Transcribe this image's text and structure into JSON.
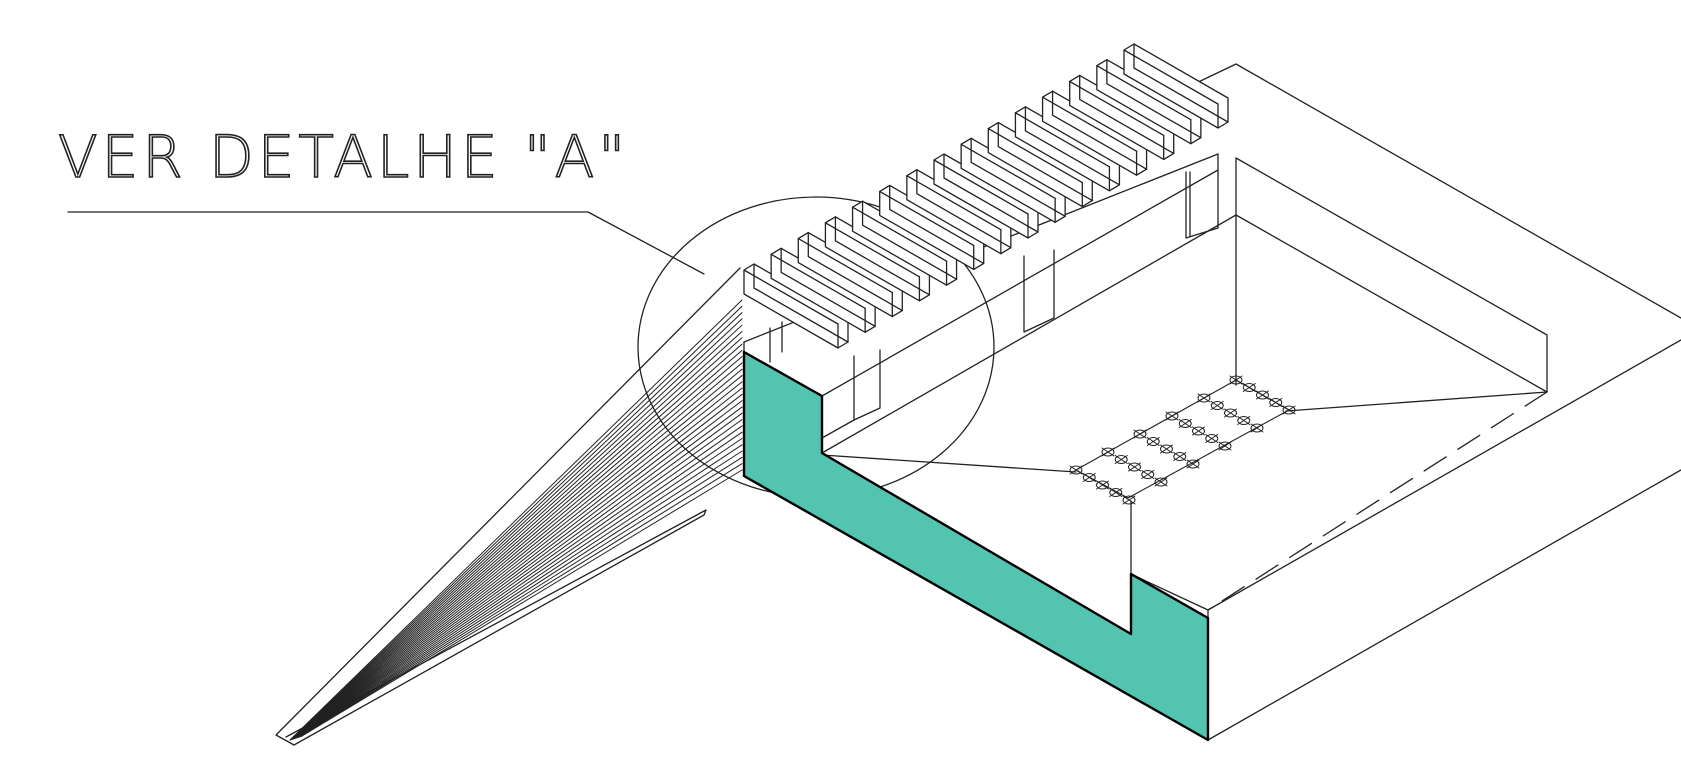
{
  "callout": {
    "label": "VER DETALHE \"A\""
  },
  "colors": {
    "background": "#ffffff",
    "line": "#222222",
    "section_fill": "#52c4b0",
    "section_outline": "#000000"
  },
  "elements": {
    "fins": {
      "count": 15
    },
    "grid_marks": {
      "rows": 6,
      "cols": 5
    },
    "ramp_hatch": {
      "count": 28
    }
  }
}
